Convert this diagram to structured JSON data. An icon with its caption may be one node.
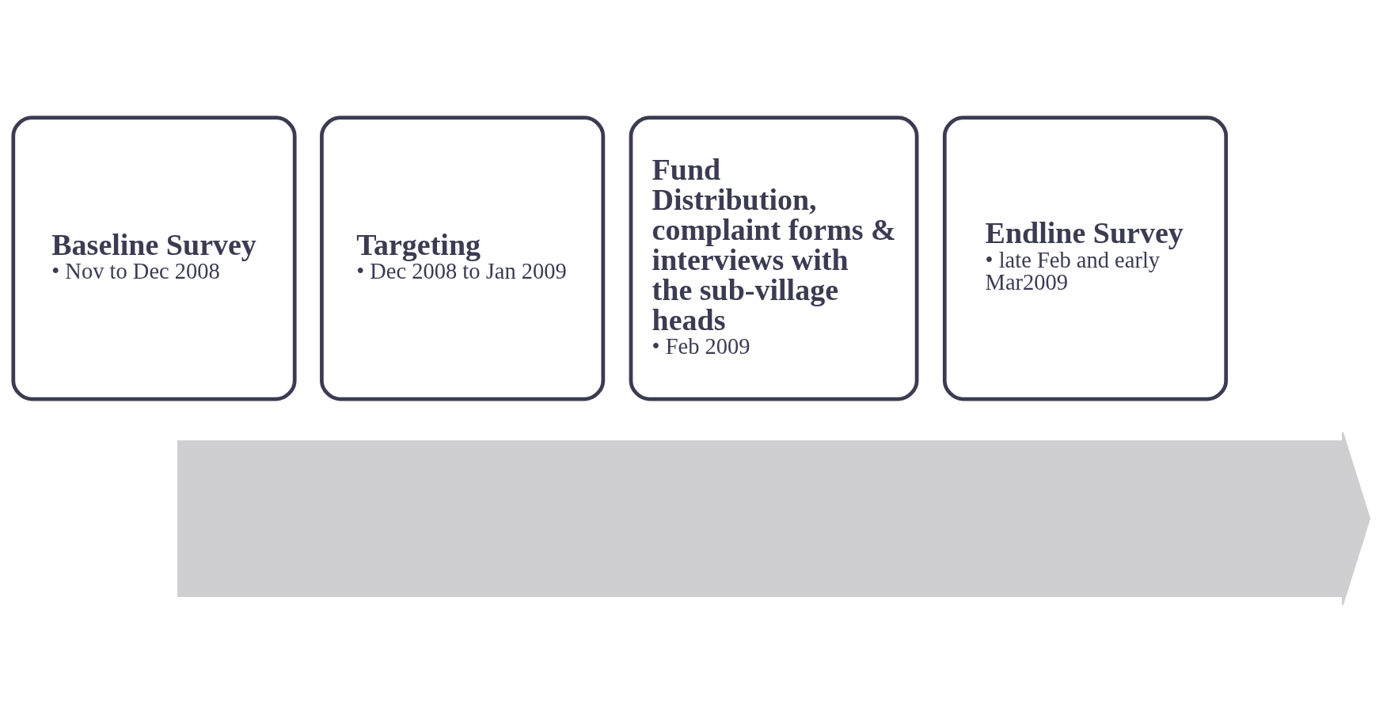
{
  "diagram": {
    "nodes": [
      {
        "text": [],
        "shape": "arrow"
      },
      {
        "text": [
          "Baseline Survey",
          "• Nov to Dec 2008"
        ]
      },
      {
        "text": [
          "Targeting",
          "• Dec 2008 to Jan 2009"
        ]
      },
      {
        "text": [
          "Fund Distribution, complaint forms & interviews with the sub-village heads",
          "• Feb 2009"
        ]
      },
      {
        "text": [
          "Endline Survey",
          "• late Feb and early Mar2009"
        ]
      }
    ],
    "edges": []
  }
}
